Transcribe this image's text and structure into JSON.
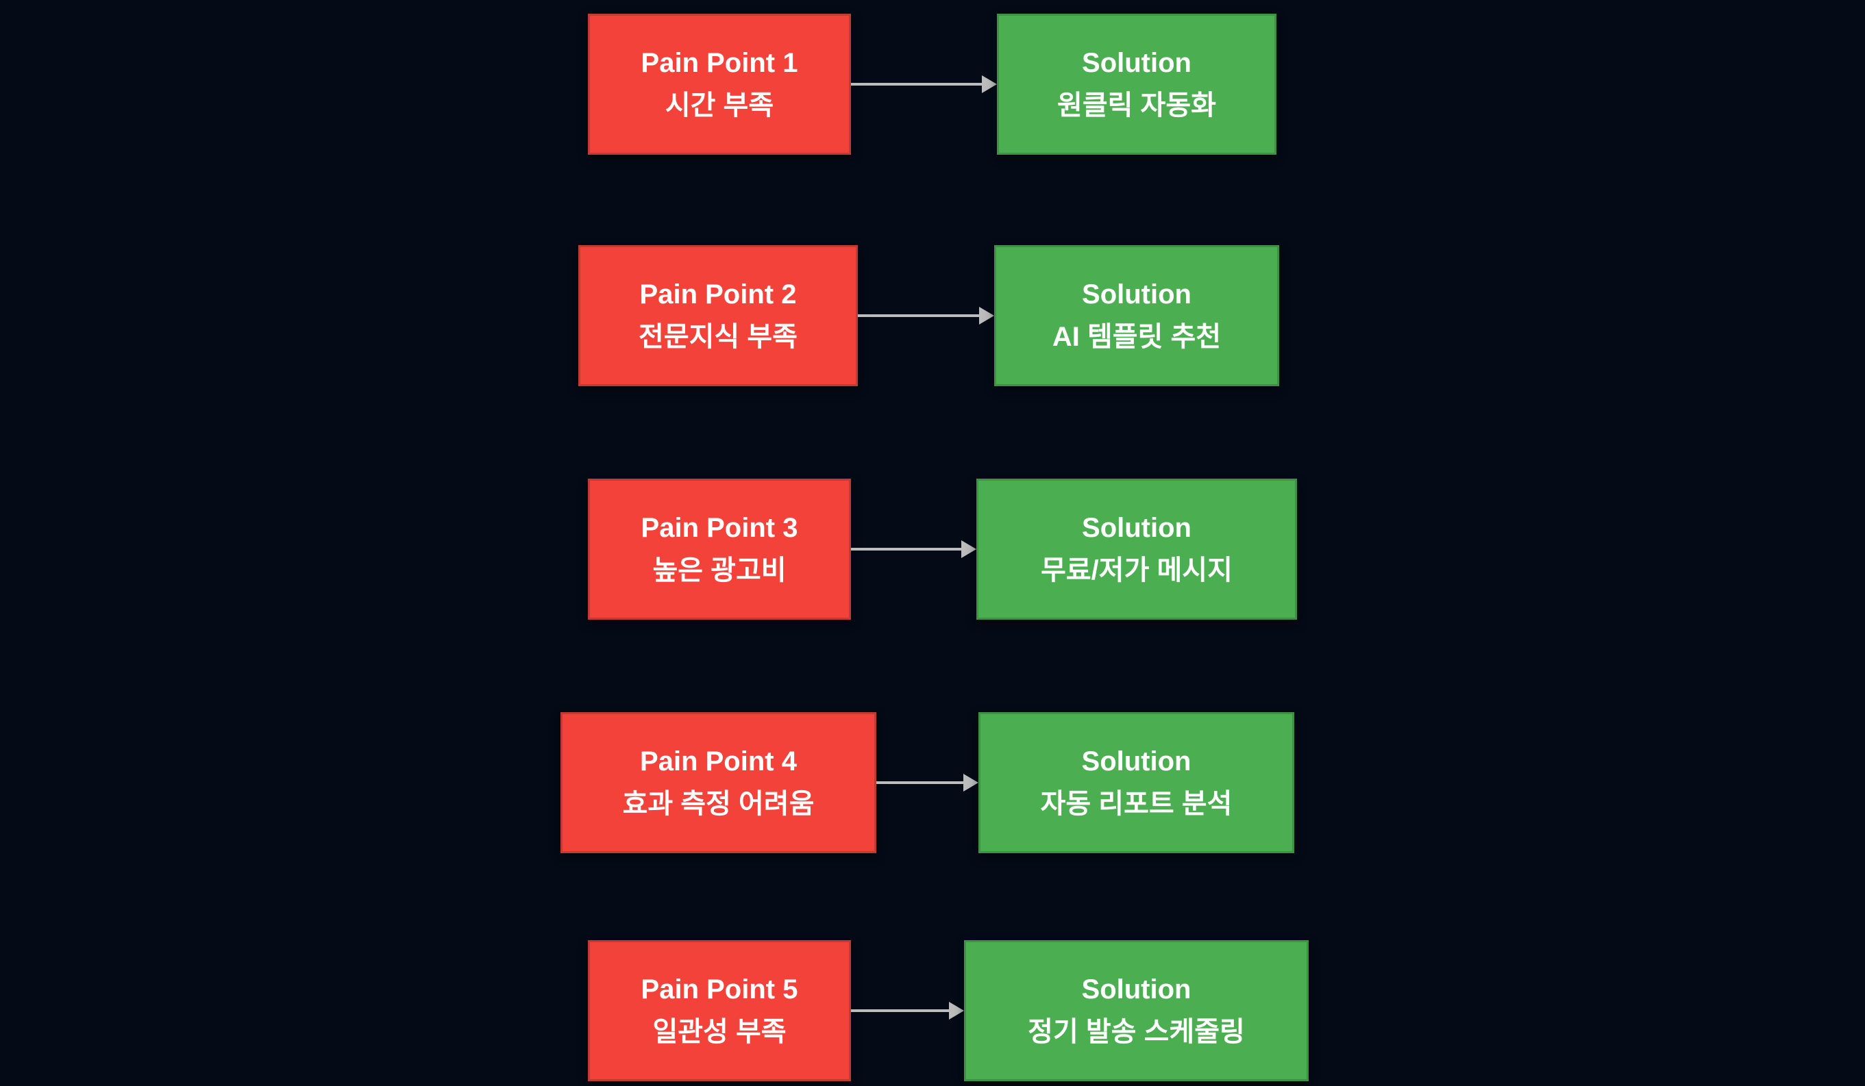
{
  "diagram": {
    "rows": [
      {
        "pain_title": "Pain Point 1",
        "pain_label": "시간 부족",
        "solution_title": "Solution",
        "solution_label": "원클릭 자동화"
      },
      {
        "pain_title": "Pain Point 2",
        "pain_label": "전문지식 부족",
        "solution_title": "Solution",
        "solution_label": "AI 템플릿 추천"
      },
      {
        "pain_title": "Pain Point 3",
        "pain_label": "높은 광고비",
        "solution_title": "Solution",
        "solution_label": "무료/저가 메시지"
      },
      {
        "pain_title": "Pain Point 4",
        "pain_label": "효과 측정 어려움",
        "solution_title": "Solution",
        "solution_label": "자동 리포트 분석"
      },
      {
        "pain_title": "Pain Point 5",
        "pain_label": "일관성 부족",
        "solution_title": "Solution",
        "solution_label": "정기 발송 스케줄링"
      }
    ],
    "colors": {
      "background": "#040a16",
      "pain_fill": "#f2423a",
      "pain_border": "#c23b33",
      "solution_fill": "#4bae50",
      "solution_border": "#3f9145",
      "arrow": "#bcbcbc",
      "text": "#ffffff"
    }
  }
}
